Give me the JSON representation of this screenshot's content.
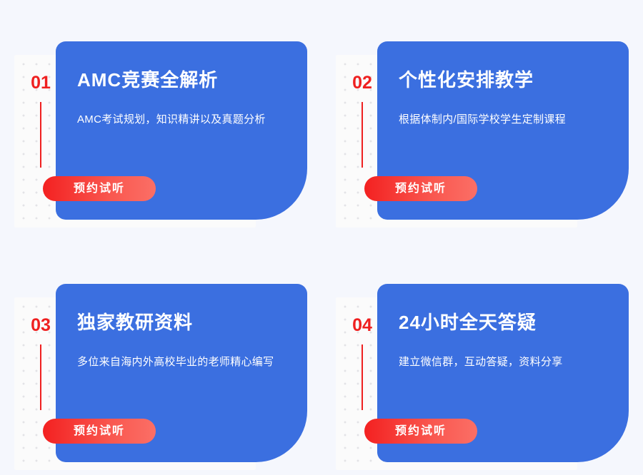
{
  "page": {
    "background_color": "#f5f7fd",
    "card_color": "#3b6fe0",
    "accent_red": "#ef2020",
    "button_gradient_start": "#f32121",
    "button_gradient_end": "#fb6f66",
    "dot_block_color": "#fbfbfb",
    "dot_color": "#e3e3e6"
  },
  "features": [
    {
      "index": "01",
      "title": "AMC竞赛全解析",
      "description": "AMC考试规划，知识精讲以及真题分析",
      "cta_label": "预约试听"
    },
    {
      "index": "02",
      "title": "个性化安排教学",
      "description": "根据体制内/国际学校学生定制课程",
      "cta_label": "预约试听"
    },
    {
      "index": "03",
      "title": "独家教研资料",
      "description": "多位来自海内外高校毕业的老师精心编写",
      "cta_label": "预约试听"
    },
    {
      "index": "04",
      "title": "24小时全天答疑",
      "description": "建立微信群，互动答疑，资料分享",
      "cta_label": "预约试听"
    }
  ]
}
